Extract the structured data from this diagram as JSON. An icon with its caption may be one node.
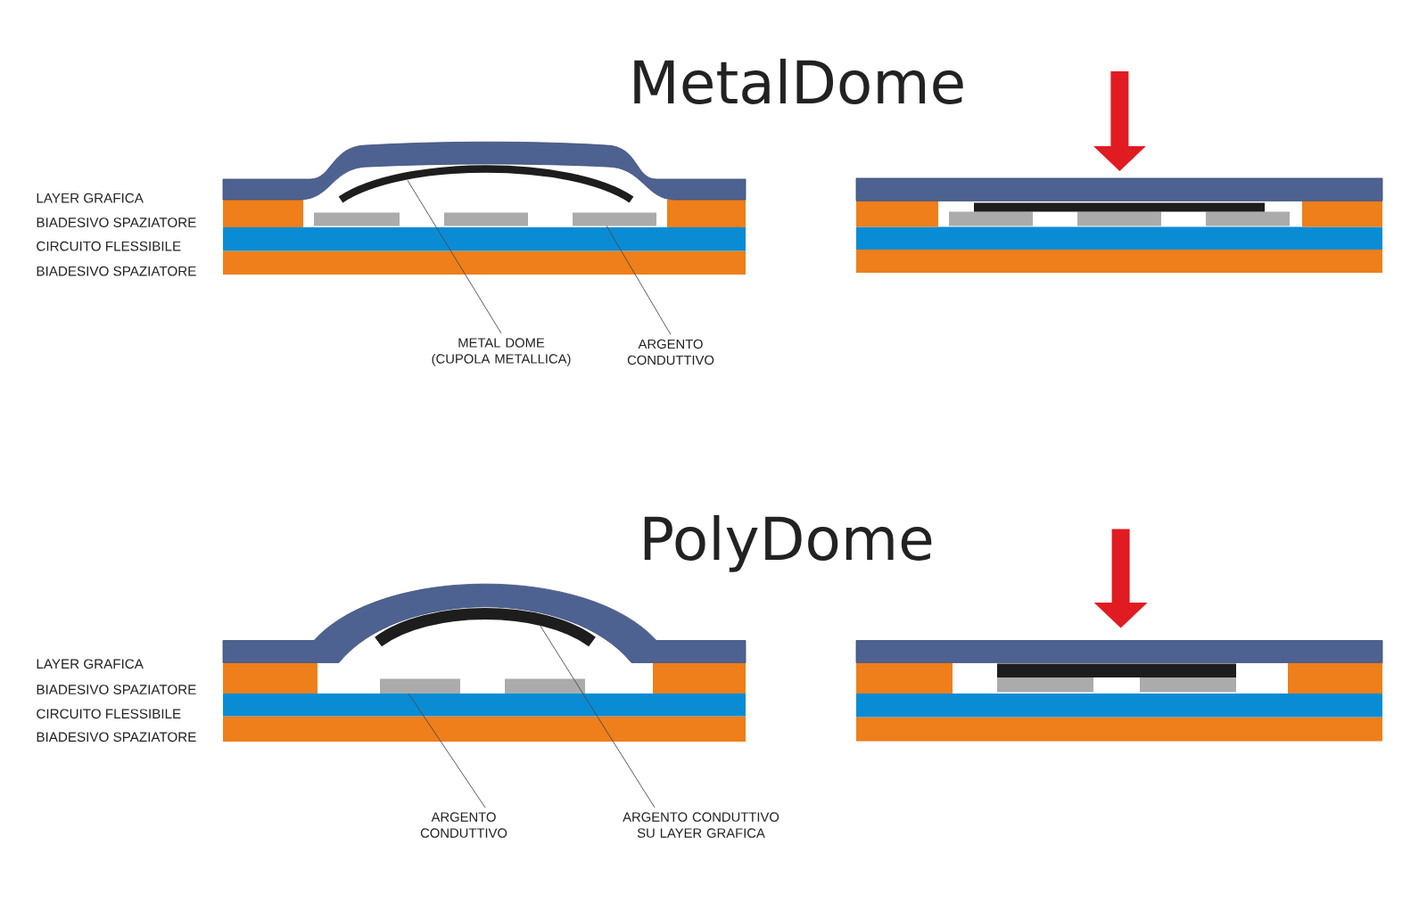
{
  "diagram": {
    "nodes": [
      {
        "text": [
          "METAL DOME (CUPOLA METALLICA)"
        ]
      },
      {
        "text": [],
        "shape": "arc"
      },
      {
        "text": [
          "ARGENTO CONDUTTIVO"
        ]
      },
      {
        "text": [],
        "shape": "bar"
      },
      {
        "text": [
          "ARGENTO CONDUTTIVO"
        ]
      },
      {
        "text": [],
        "shape": "bar"
      },
      {
        "text": [
          "ARGENTO CONDUTTIVO SU LAYER GRAFICA"
        ]
      },
      {
        "text": [],
        "shape": "arc"
      }
    ],
    "edges": [
      {
        "from": 0,
        "to": 1,
        "arrow": "none"
      },
      {
        "from": 2,
        "to": 3,
        "arrow": "none"
      },
      {
        "from": 4,
        "to": 5,
        "arrow": "none"
      },
      {
        "from": 6,
        "to": 7,
        "arrow": "none"
      }
    ],
    "labels": [
      "MetalDome",
      "LAYER GRAFICA",
      "BIADESIVO SPAZIATORE",
      "CIRCUITO FLESSIBILE",
      "BIADESIVO SPAZIATORE",
      "PolyDome",
      "LAYER GRAFICA",
      "BIADESIVO SPAZIATORE",
      "CIRCUITO FLESSIBILE",
      "BIADESIVO SPAZIATORE"
    ]
  }
}
